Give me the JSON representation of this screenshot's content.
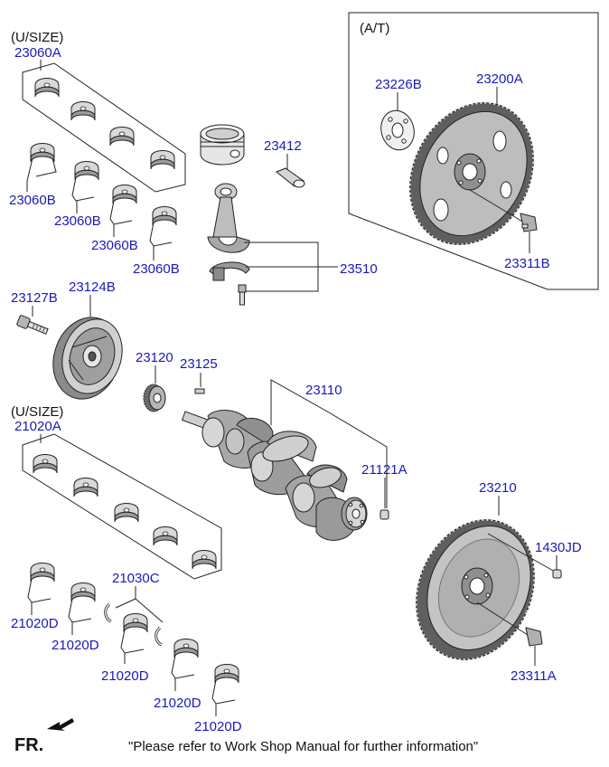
{
  "labels": {
    "usize_top": "(U/SIZE)",
    "usize_bottom": "(U/SIZE)",
    "at_box": "(A/T)",
    "fr": "FR.",
    "footer_note": "\"Please refer to Work Shop Manual for further information\""
  },
  "parts": {
    "p23060A": "23060A",
    "p23060B_1": "23060B",
    "p23060B_2": "23060B",
    "p23060B_3": "23060B",
    "p23060B_4": "23060B",
    "p23412": "23412",
    "p23510": "23510",
    "p23226B": "23226B",
    "p23200A": "23200A",
    "p23311B": "23311B",
    "p23127B": "23127B",
    "p23124B": "23124B",
    "p23120": "23120",
    "p23125": "23125",
    "p23110": "23110",
    "p21121A": "21121A",
    "p21020A": "21020A",
    "p21030C": "21030C",
    "p21020D_1": "21020D",
    "p21020D_2": "21020D",
    "p21020D_3": "21020D",
    "p21020D_4": "21020D",
    "p21020D_5": "21020D",
    "p23210": "23210",
    "p1430JD": "1430JD",
    "p23311A": "23311A"
  },
  "colors": {
    "part_number": "#1a1ab8",
    "text": "#111111",
    "line": "#222222",
    "part_fill_light": "#f0f0f0",
    "part_fill_mid": "#bdbdbd",
    "part_fill_dark": "#6e6e6e"
  }
}
